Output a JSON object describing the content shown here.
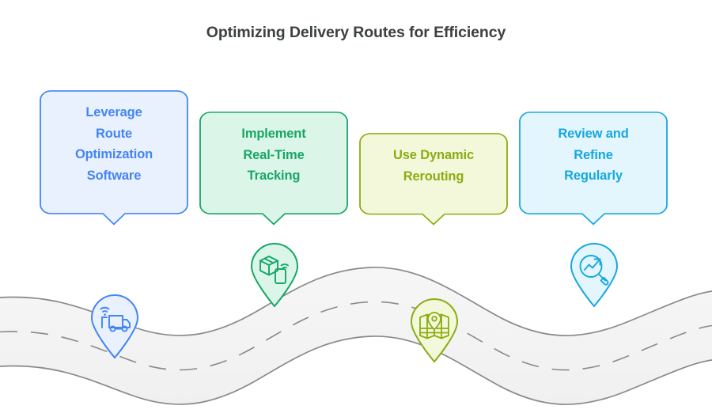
{
  "page": {
    "title": "Optimizing Delivery Routes for Efficiency",
    "background_color": "#ffffff",
    "title_color": "#3c4043"
  },
  "road": {
    "fill_color": "#f4f3f4",
    "outline_color": "#8a8a8a",
    "dash_color": "#8a8a8a",
    "description": "winding S-curve road with dashed center line"
  },
  "steps": [
    {
      "index": 1,
      "label": "Leverage\nRoute\nOptimization\nSoftware",
      "accent_color": "#4285f4",
      "fill_color": "#eaf1fe",
      "icon_name": "connected-truck-icon",
      "icon_description": "delivery truck with wireless signal waves"
    },
    {
      "index": 2,
      "label": "Implement\nReal-Time\nTracking",
      "accent_color": "#16a765",
      "fill_color": "#dcf5e9",
      "icon_name": "package-tracking-icon",
      "icon_description": "parcel box with smartphone showing signal"
    },
    {
      "index": 3,
      "label": "Use Dynamic\nRerouting",
      "accent_color": "#8aad12",
      "fill_color": "#f3f8db",
      "icon_name": "map-pin-route-icon",
      "icon_description": "street map with location marker"
    },
    {
      "index": 4,
      "label": "Review and\nRefine\nRegularly",
      "accent_color": "#17a7e0",
      "fill_color": "#e3f6fe",
      "icon_name": "trend-magnifier-icon",
      "icon_description": "magnifying glass over rising trend arrow"
    }
  ]
}
